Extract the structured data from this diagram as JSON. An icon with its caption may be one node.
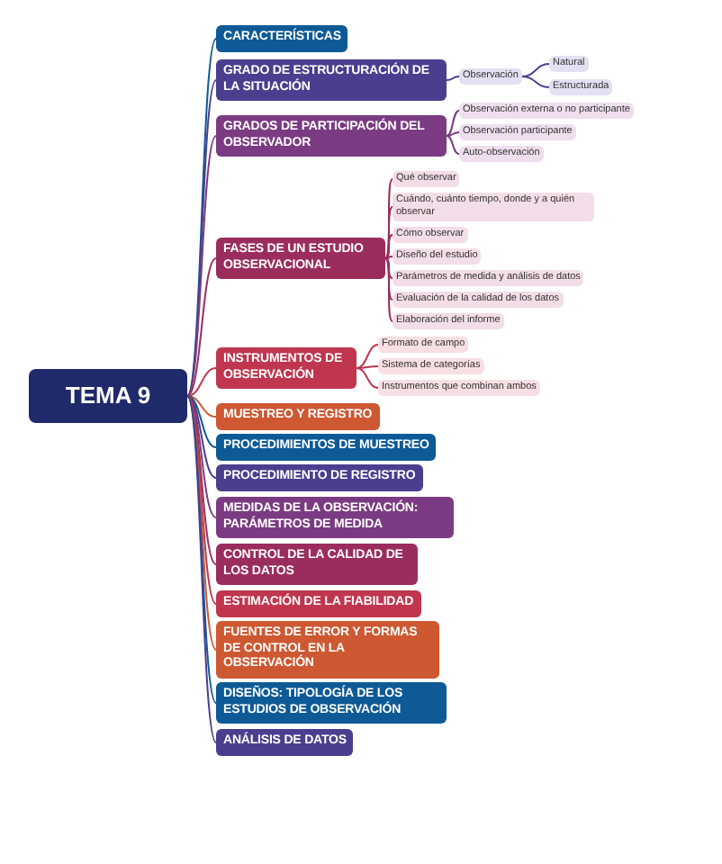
{
  "diagram": {
    "nodes": [
      {
        "text": [
          "TEMA 9"
        ]
      },
      {
        "text": [
          "CARACTERÍSTICAS"
        ]
      },
      {
        "text": [
          "GRADO DE ESTRUCTURACIÓN DE LA SITUACIÓN"
        ]
      },
      {
        "text": [
          "Observación"
        ]
      },
      {
        "text": [
          "Natural"
        ]
      },
      {
        "text": [
          "Estructurada"
        ]
      },
      {
        "text": [
          "GRADOS DE PARTICIPACIÓN DEL OBSERVADOR"
        ]
      },
      {
        "text": [
          "Observación externa o no participante"
        ]
      },
      {
        "text": [
          "Observación participante"
        ]
      },
      {
        "text": [
          "Auto-observación"
        ]
      },
      {
        "text": [
          "FASES DE UN ESTUDIO OBSERVACIONAL"
        ]
      },
      {
        "text": [
          "Qué observar"
        ]
      },
      {
        "text": [
          "Cuándo, cuánto tiempo, donde y a quién observar"
        ]
      },
      {
        "text": [
          "Cómo observar"
        ]
      },
      {
        "text": [
          "Diseño del estudio"
        ]
      },
      {
        "text": [
          "Parámetros de medida y análisis de datos"
        ]
      },
      {
        "text": [
          "Evaluación de la calidad de los datos"
        ]
      },
      {
        "text": [
          "Elaboración del informe"
        ]
      },
      {
        "text": [
          "INSTRUMENTOS DE OBSERVACIÓN"
        ]
      },
      {
        "text": [
          "Formato de campo"
        ]
      },
      {
        "text": [
          "Sistema de categorías"
        ]
      },
      {
        "text": [
          "Instrumentos que combinan ambos"
        ]
      },
      {
        "text": [
          "MUESTREO Y REGISTRO"
        ]
      },
      {
        "text": [
          "PROCEDIMIENTOS DE MUESTREO"
        ]
      },
      {
        "text": [
          "PROCEDIMIENTO DE REGISTRO"
        ]
      },
      {
        "text": [
          "MEDIDAS DE LA OBSERVACIÓN: PARÁMETROS DE MEDIDA"
        ]
      },
      {
        "text": [
          "CONTROL DE LA CALIDAD DE LOS DATOS"
        ]
      },
      {
        "text": [
          "ESTIMACIÓN DE LA FIABILIDAD"
        ]
      },
      {
        "text": [
          "FUENTES DE ERROR Y FORMAS DE CONTROL EN LA OBSERVACIÓN"
        ]
      },
      {
        "text": [
          "DISEÑOS: TIPOLOGÍA DE LOS ESTUDIOS DE OBSERVACIÓN"
        ]
      },
      {
        "text": [
          "ANÁLISIS DE DATOS"
        ]
      }
    ],
    "edges": [
      {
        "from": 0,
        "to": 1,
        "arrow": "none",
        "color": "#0d5a96"
      },
      {
        "from": 0,
        "to": 2,
        "arrow": "none",
        "color": "#4a3f8f"
      },
      {
        "from": 0,
        "to": 6,
        "arrow": "none",
        "color": "#7b3b82"
      },
      {
        "from": 0,
        "to": 10,
        "arrow": "none",
        "color": "#9b2d5e"
      },
      {
        "from": 0,
        "to": 18,
        "arrow": "none",
        "color": "#c0364f"
      },
      {
        "from": 0,
        "to": 22,
        "arrow": "none",
        "color": "#cd5831"
      },
      {
        "from": 0,
        "to": 23,
        "arrow": "none",
        "color": "#0d5a96"
      },
      {
        "from": 0,
        "to": 24,
        "arrow": "none",
        "color": "#4a3f8f"
      },
      {
        "from": 0,
        "to": 25,
        "arrow": "none",
        "color": "#7b3b82"
      },
      {
        "from": 0,
        "to": 26,
        "arrow": "none",
        "color": "#9b2d5e"
      },
      {
        "from": 0,
        "to": 27,
        "arrow": "none",
        "color": "#c0364f"
      },
      {
        "from": 0,
        "to": 28,
        "arrow": "none",
        "color": "#cd5831"
      },
      {
        "from": 0,
        "to": 29,
        "arrow": "none",
        "color": "#0d5a96"
      },
      {
        "from": 0,
        "to": 30,
        "arrow": "none",
        "color": "#4a3f8f"
      },
      {
        "from": 2,
        "to": 3,
        "arrow": "none",
        "color": "#4a3f8f"
      },
      {
        "from": 3,
        "to": 4,
        "arrow": "none",
        "color": "#4a3f8f"
      },
      {
        "from": 3,
        "to": 5,
        "arrow": "none",
        "color": "#4a3f8f"
      },
      {
        "from": 6,
        "to": 7,
        "arrow": "none",
        "color": "#7b3b82"
      },
      {
        "from": 6,
        "to": 8,
        "arrow": "none",
        "color": "#7b3b82"
      },
      {
        "from": 6,
        "to": 9,
        "arrow": "none",
        "color": "#7b3b82"
      },
      {
        "from": 10,
        "to": 11,
        "arrow": "none",
        "color": "#9b2d5e"
      },
      {
        "from": 10,
        "to": 12,
        "arrow": "none",
        "color": "#9b2d5e"
      },
      {
        "from": 10,
        "to": 13,
        "arrow": "none",
        "color": "#9b2d5e"
      },
      {
        "from": 10,
        "to": 14,
        "arrow": "none",
        "color": "#9b2d5e"
      },
      {
        "from": 10,
        "to": 15,
        "arrow": "none",
        "color": "#9b2d5e"
      },
      {
        "from": 10,
        "to": 16,
        "arrow": "none",
        "color": "#9b2d5e"
      },
      {
        "from": 10,
        "to": 17,
        "arrow": "none",
        "color": "#9b2d5e"
      },
      {
        "from": 18,
        "to": 19,
        "arrow": "none",
        "color": "#c0364f"
      },
      {
        "from": 18,
        "to": 20,
        "arrow": "none",
        "color": "#c0364f"
      },
      {
        "from": 18,
        "to": 21,
        "arrow": "none",
        "color": "#c0364f"
      }
    ]
  }
}
